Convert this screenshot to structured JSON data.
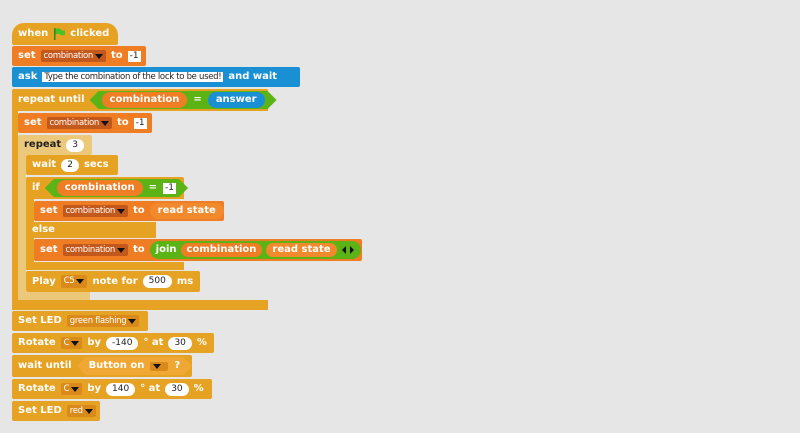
{
  "script": {
    "hat": {
      "when": "when",
      "clicked": "clicked",
      "flag_icon": "green-flag-icon"
    },
    "set1": {
      "verb": "set",
      "var": "combination",
      "to": "to",
      "value": "-1"
    },
    "ask": {
      "verb": "ask",
      "question": "Type the combination of the lock to be used!",
      "and_wait": "and wait"
    },
    "repeat_until": {
      "label": "repeat until",
      "var": "combination",
      "op": "=",
      "answer": "answer"
    },
    "set2": {
      "verb": "set",
      "var": "combination",
      "to": "to",
      "value": "-1"
    },
    "repeat": {
      "label": "repeat",
      "count": "3"
    },
    "wait": {
      "label": "wait",
      "value": "2",
      "unit": "secs"
    },
    "if_block": {
      "if": "if",
      "var": "combination",
      "op": "=",
      "value": "-1",
      "else": "else"
    },
    "set3": {
      "verb": "set",
      "var": "combination",
      "to": "to",
      "reporter": "read state"
    },
    "set4": {
      "verb": "set",
      "var": "combination",
      "to": "to",
      "join": "join",
      "a": "combination",
      "b": "read state"
    },
    "play": {
      "label": "Play",
      "note": "C5",
      "note_for": "note for",
      "ms_value": "500",
      "ms": "ms"
    },
    "led1": {
      "label": "Set LED",
      "value": "green flashing"
    },
    "rotate1": {
      "label": "Rotate",
      "dir": "C",
      "by": "by",
      "deg": "-140",
      "at": "° at",
      "speed": "30",
      "pct": "%"
    },
    "wait_until": {
      "label": "wait until",
      "button": "Button on",
      "q": "?"
    },
    "rotate2": {
      "label": "Rotate",
      "dir": "C",
      "by": "by",
      "deg": "140",
      "at": "° at",
      "speed": "30",
      "pct": "%"
    },
    "led2": {
      "label": "Set LED",
      "value": "red"
    }
  }
}
